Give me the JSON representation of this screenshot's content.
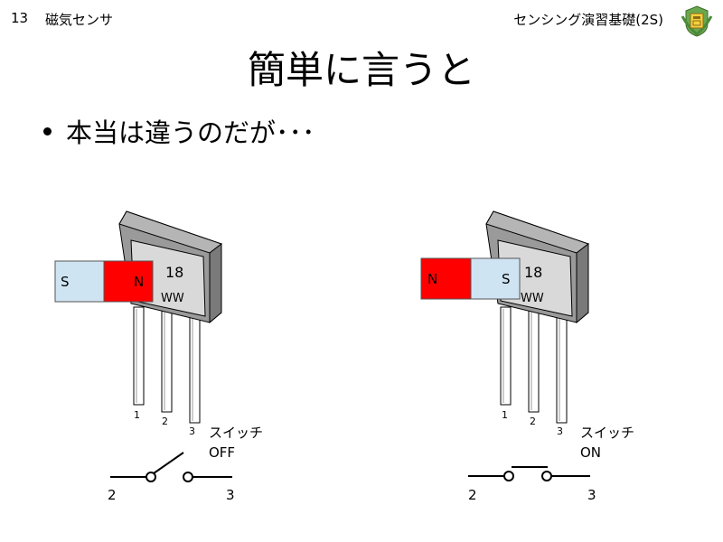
{
  "header": {
    "page_number": "13",
    "topic": "磁気センサ",
    "course": "センシング演習基礎(2S)"
  },
  "title": "簡単に言うと",
  "bullet": "本当は違うのだが･･･",
  "sensor_marking": {
    "line1": "18",
    "line2": "WW"
  },
  "left_diagram": {
    "magnet_left_pole": "S",
    "magnet_right_pole": "N",
    "pin_labels": [
      "1",
      "2",
      "3"
    ],
    "switch_label": "スイッチ",
    "switch_state": "OFF",
    "switch_terminal_left": "2",
    "switch_terminal_right": "3"
  },
  "right_diagram": {
    "magnet_left_pole": "N",
    "magnet_right_pole": "S",
    "pin_labels": [
      "1",
      "2",
      "3"
    ],
    "switch_label": "スイッチ",
    "switch_state": "ON",
    "switch_terminal_left": "2",
    "switch_terminal_right": "3"
  },
  "colors": {
    "north": "#ff0000",
    "south": "#cfe4f3",
    "body_gray": "#9a9a9a"
  }
}
